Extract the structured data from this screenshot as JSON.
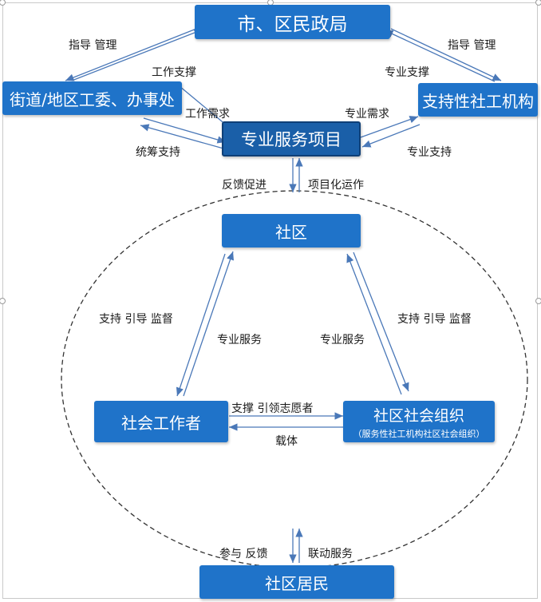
{
  "nodes": {
    "city": "市、区民政局",
    "street": "街道/地区工委、办事处",
    "support_org": "支持性社工机构",
    "project": "专业服务项目",
    "community": "社区",
    "social_worker": "社会工作者",
    "community_org": "社区社会组织",
    "community_org_note": "（服务性社工机构社区社会组织）",
    "residents": "社区居民"
  },
  "labels": {
    "guide_manage_left": "指导  管理",
    "guide_manage_right": "指导  管理",
    "work_support": "工作支撑",
    "work_demand": "工作需求",
    "coordinate_support": "统筹支持",
    "pro_support_top": "专业支撑",
    "pro_demand": "专业需求",
    "pro_support_bottom": "专业支持",
    "feedback_promote": "反馈促进",
    "project_operation": "项目化运作",
    "support_guide_supervise_left": "支持  引导  监督",
    "pro_service_left": "专业服务",
    "pro_service_right": "专业服务",
    "support_guide_supervise_right": "支持  引导  监督",
    "support_volunteers": "支撑  引领志愿者",
    "carrier": "载体",
    "participate_feedback": "参与  反馈",
    "linked_service": "联动服务"
  },
  "colors": {
    "box_fill": "#1f73c9",
    "project_fill": "#1a5fa8",
    "arrow": "#4a78b8",
    "ellipse": "#333333"
  }
}
